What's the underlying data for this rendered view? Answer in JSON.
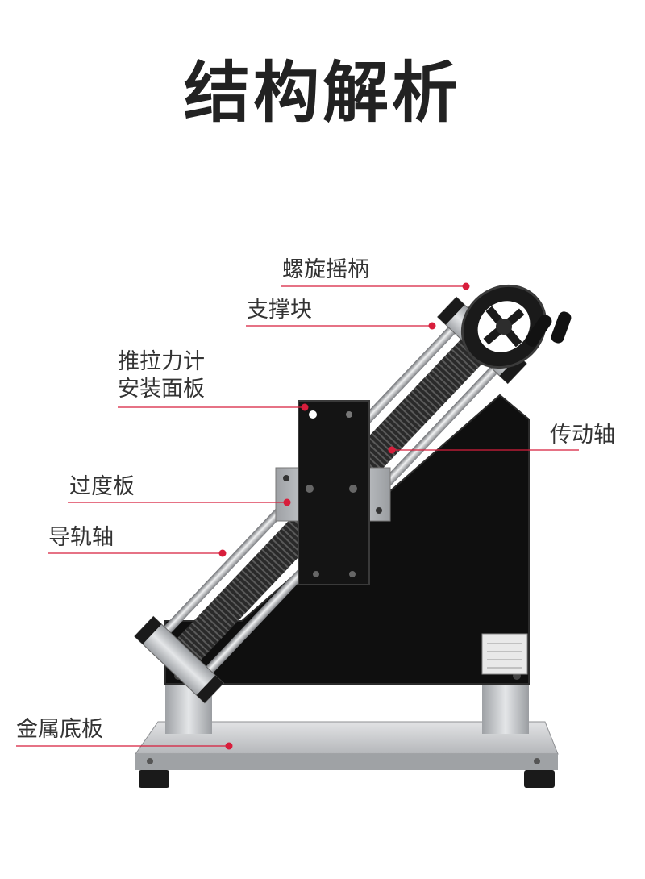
{
  "title": "结构解析",
  "labels": {
    "handle": "螺旋摇柄",
    "support": "支撑块",
    "panel_line1": "推拉力计",
    "panel_line2": "安装面板",
    "shaft": "传动轴",
    "transition": "过度板",
    "rail": "导轨轴",
    "base": "金属底板"
  },
  "colors": {
    "accent": "#d81e3c",
    "title": "#222222",
    "label": "#333333",
    "machine_body": "#111111",
    "steel": "#c9cbce"
  }
}
